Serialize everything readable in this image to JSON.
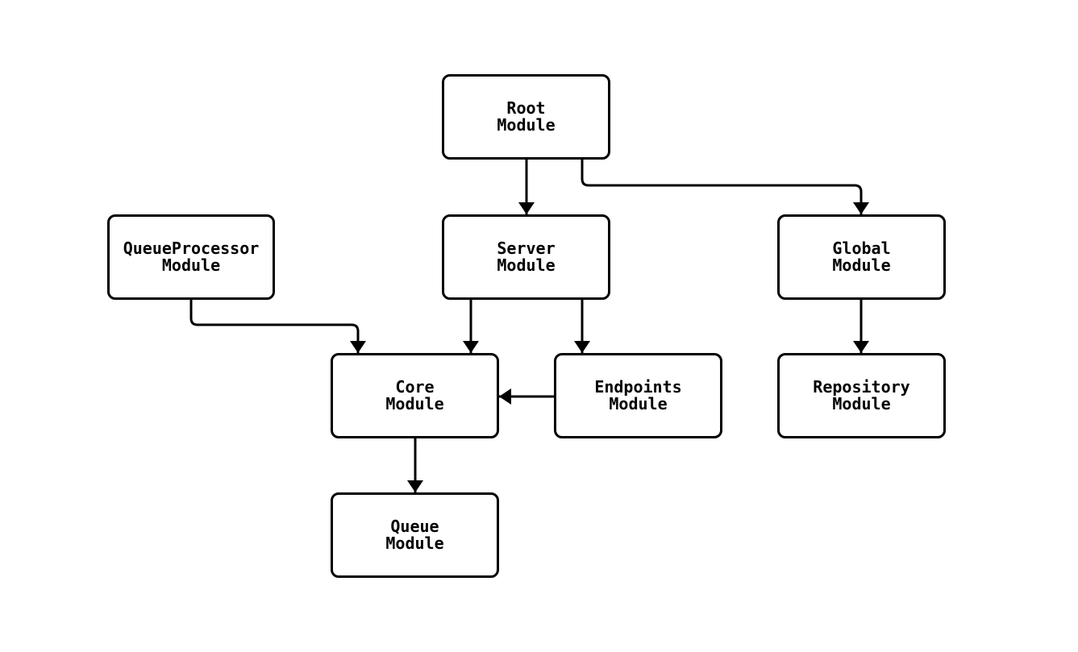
{
  "diagram": {
    "type": "module-dependency-flowchart",
    "background_color": "#ffffff",
    "node_border_color": "#000000",
    "node_fill_color": "#ffffff",
    "edge_color": "#000000",
    "text_color": "#000000",
    "nodes": [
      {
        "id": "root",
        "label": "Root\nModule"
      },
      {
        "id": "queue_processor",
        "label": "QueueProcessor\nModule"
      },
      {
        "id": "server",
        "label": "Server\nModule"
      },
      {
        "id": "global",
        "label": "Global\nModule"
      },
      {
        "id": "core",
        "label": "Core\nModule"
      },
      {
        "id": "endpoints",
        "label": "Endpoints\nModule"
      },
      {
        "id": "repository",
        "label": "Repository\nModule"
      },
      {
        "id": "queue",
        "label": "Queue\nModule"
      }
    ],
    "edges": [
      {
        "from": "root",
        "to": "server"
      },
      {
        "from": "root",
        "to": "global"
      },
      {
        "from": "queue_processor",
        "to": "core"
      },
      {
        "from": "server",
        "to": "core"
      },
      {
        "from": "server",
        "to": "endpoints"
      },
      {
        "from": "endpoints",
        "to": "core"
      },
      {
        "from": "global",
        "to": "repository"
      },
      {
        "from": "core",
        "to": "queue"
      }
    ]
  }
}
